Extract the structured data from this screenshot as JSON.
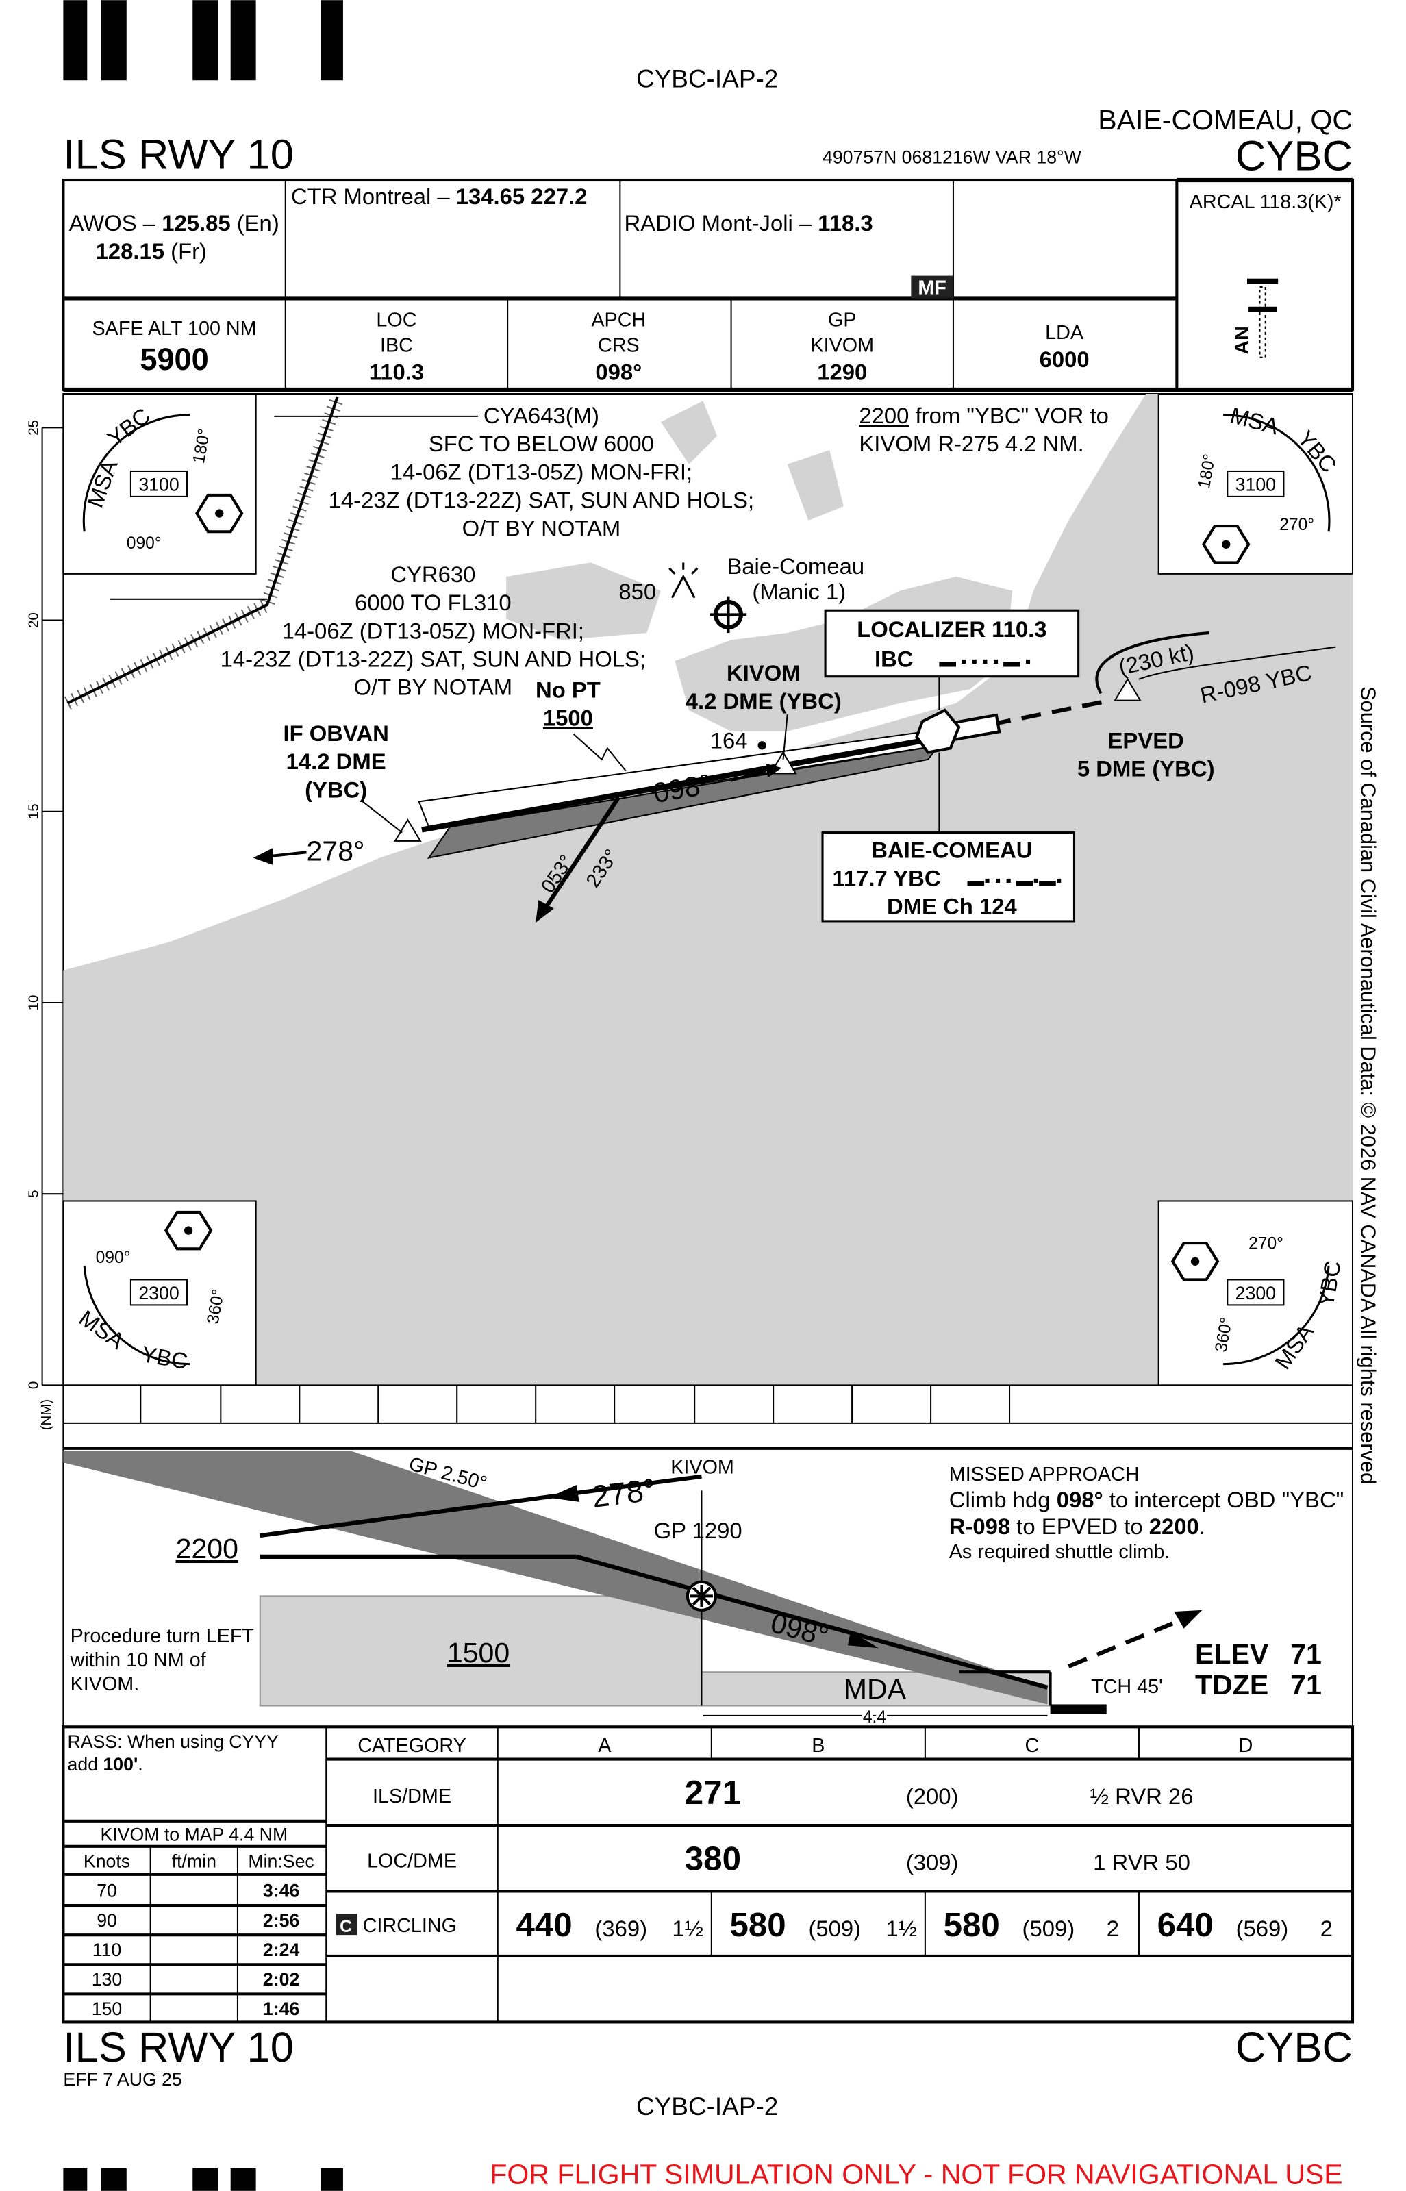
{
  "header": {
    "chart_id": "CYBC-IAP-2",
    "city": "BAIE-COMEAU, QC",
    "title": "ILS RWY 10",
    "coords": "490757N  0681216W  VAR 18°W",
    "ident": "CYBC"
  },
  "comms": {
    "awos_prefix": "AWOS – ",
    "awos_freq1": "125.85",
    "awos_lang1": " (En)",
    "awos_freq2": "128.15",
    "awos_lang2": " (Fr)",
    "ctr_prefix": "CTR Montreal – ",
    "ctr_freqs": "134.65  227.2",
    "radio_prefix": "RADIO Mont-Joli – ",
    "radio_freq": "118.3",
    "mf_badge": "MF",
    "arcal": "ARCAL 118.3(K)*",
    "lighting_label": "AN"
  },
  "briefing": {
    "safe_alt_label": "SAFE ALT 100 NM",
    "safe_alt_value": "5900",
    "loc_label1": "LOC",
    "loc_label2": "IBC",
    "loc_value": "110.3",
    "apch_label1": "APCH",
    "apch_label2": "CRS",
    "apch_value": "098°",
    "gp_label1": "GP",
    "gp_label2": "KIVOM",
    "gp_value": "1290",
    "lda_label": "LDA",
    "lda_value": "6000"
  },
  "plan": {
    "scale_labels": [
      "0",
      "5",
      "10",
      "15",
      "20",
      "25"
    ],
    "scale_unit": "(NM)",
    "msa_tl": {
      "label": "MSA",
      "fix": "YBC",
      "alt": "3100",
      "brg1": "180°",
      "brg2": "090°"
    },
    "msa_tr": {
      "label": "MSA",
      "fix": "YBC",
      "alt": "3100",
      "brg1": "180°",
      "brg2": "270°"
    },
    "msa_bl": {
      "label": "MSA",
      "fix": "YBC",
      "alt": "2300",
      "brg1": "090°",
      "brg2": "360°"
    },
    "msa_br": {
      "label": "MSA",
      "fix": "YBC",
      "alt": "2300",
      "brg1": "270°",
      "brg2": "360°"
    },
    "cya643": [
      "CYA643(M)",
      "SFC TO BELOW 6000",
      "14-06Z (DT13-05Z) MON-FRI;",
      "14-23Z (DT13-22Z) SAT, SUN AND HOLS;",
      "O/T BY NOTAM"
    ],
    "cyr630": [
      "CYR630",
      "6000 TO FL310",
      "14-06Z (DT13-05Z) MON-FRI;",
      "14-23Z (DT13-22Z) SAT, SUN AND HOLS;",
      "O/T BY NOTAM"
    ],
    "dme_arc_alt": "2200",
    "dme_arc_text1": " from \"YBC\" VOR to",
    "dme_arc_text2": "KIVOM R-275 4.2 NM.",
    "obst_850": "850",
    "obst_164": "164",
    "town": "Baie-Comeau",
    "town2": "(Manic 1)",
    "loc_box_line1": "LOCALIZER 110.3",
    "loc_box_ident": "IBC",
    "loc_box_morse": "▬ ▪ ▪ ▪ ▪ ▬ ▪",
    "speed": "(230 kt)",
    "radial": "R-098 YBC",
    "epved1": "EPVED",
    "epved2": "5 DME (YBC)",
    "kivom1": "KIVOM",
    "kivom2": "4.2 DME (YBC)",
    "nopt1": "No PT",
    "nopt2": "1500",
    "obvan1": "IF OBVAN",
    "obvan2": "14.2 DME",
    "obvan3": "(YBC)",
    "inbound": "098°",
    "outbound": "278°",
    "crs_053": "053°",
    "crs_233": "233°",
    "vor_box1": "BAIE-COMEAU",
    "vor_box2": "117.7 YBC",
    "vor_box_morse": "▬▪ ▪ ▪ ▬▪▬▪",
    "vor_box3": "DME Ch 124"
  },
  "profile": {
    "gp_angle": "GP 2.50°",
    "kivom": "KIVOM",
    "gp_alt": "GP 1290",
    "outbound": "278°",
    "inbound": "098°",
    "alt_2200": "2200",
    "alt_1500": "1500",
    "pt_note": [
      "Procedure turn LEFT",
      "within 10 NM of",
      "KIVOM."
    ],
    "mda": "MDA",
    "dist": "4.4",
    "tch": "TCH 45'",
    "elev_label": "ELEV",
    "elev": "71",
    "tdze_label": "TDZE",
    "tdze": "71",
    "missed_title": "MISSED APPROACH",
    "missed_l1a": "Climb hdg ",
    "missed_l1b": "098°",
    "missed_l1c": " to  intercept OBD \"YBC\"",
    "missed_l2a": "R-098",
    "missed_l2b": " to EPVED to  ",
    "missed_l2c": "2200",
    "missed_l2d": ".",
    "missed_l3": "As required shuttle climb."
  },
  "minima": {
    "rass_a": "RASS: When using CYYY",
    "rass_b": "add ",
    "rass_c": "100'",
    "rass_d": ".",
    "header": [
      "CATEGORY",
      "A",
      "B",
      "C",
      "D"
    ],
    "ils": {
      "label": "ILS/DME",
      "da": "271",
      "hat": "(200)",
      "vis": "½ RVR 26"
    },
    "loc": {
      "label": "LOC/DME",
      "mda": "380",
      "hat": "(309)",
      "vis": "1 RVR 50"
    },
    "circling": {
      "badge": "C",
      "label": "CIRCLING",
      "cats": [
        {
          "mda": "440",
          "hat": "(369)",
          "vis": "1½"
        },
        {
          "mda": "580",
          "hat": "(509)",
          "vis": "1½"
        },
        {
          "mda": "580",
          "hat": "(509)",
          "vis": "2"
        },
        {
          "mda": "640",
          "hat": "(569)",
          "vis": "2"
        }
      ]
    }
  },
  "timing": {
    "title": "KIVOM to MAP 4.4 NM",
    "cols": [
      "Knots",
      "ft/min",
      "Min:Sec"
    ],
    "rows": [
      {
        "kt": "70",
        "fpm": "",
        "time": "3:46"
      },
      {
        "kt": "90",
        "fpm": "",
        "time": "2:56"
      },
      {
        "kt": "110",
        "fpm": "",
        "time": "2:24"
      },
      {
        "kt": "130",
        "fpm": "",
        "time": "2:02"
      },
      {
        "kt": "150",
        "fpm": "",
        "time": "1:46"
      }
    ]
  },
  "footer": {
    "title": "ILS RWY 10",
    "ident": "CYBC",
    "eff": "EFF 7 AUG 25",
    "chart_id": "CYBC-IAP-2",
    "disclaimer": "FOR FLIGHT SIMULATION ONLY - NOT FOR NAVIGATIONAL USE",
    "source": "Source of Canadian Civil Aeronautical Data: © 2026 NAV CANADA All rights reserved"
  }
}
